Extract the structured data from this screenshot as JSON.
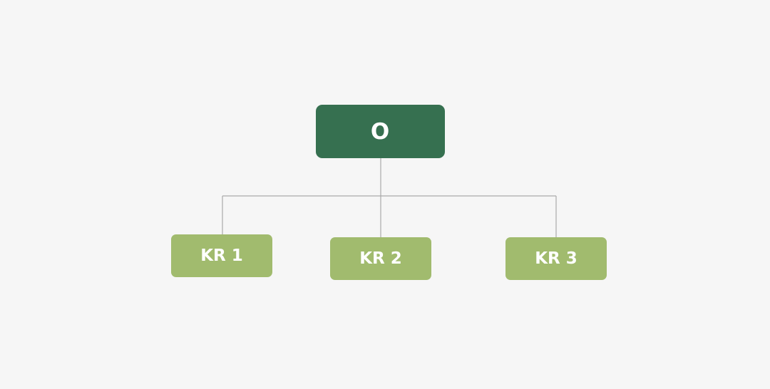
{
  "diagram": {
    "root": {
      "label": "O",
      "color": "#367050"
    },
    "children": [
      {
        "label": "KR 1",
        "color": "#a1bb6e"
      },
      {
        "label": "KR 2",
        "color": "#a1bb6e"
      },
      {
        "label": "KR 3",
        "color": "#a1bb6e"
      }
    ],
    "connector_color": "#a9a9a9",
    "background_color": "#f6f6f6"
  }
}
